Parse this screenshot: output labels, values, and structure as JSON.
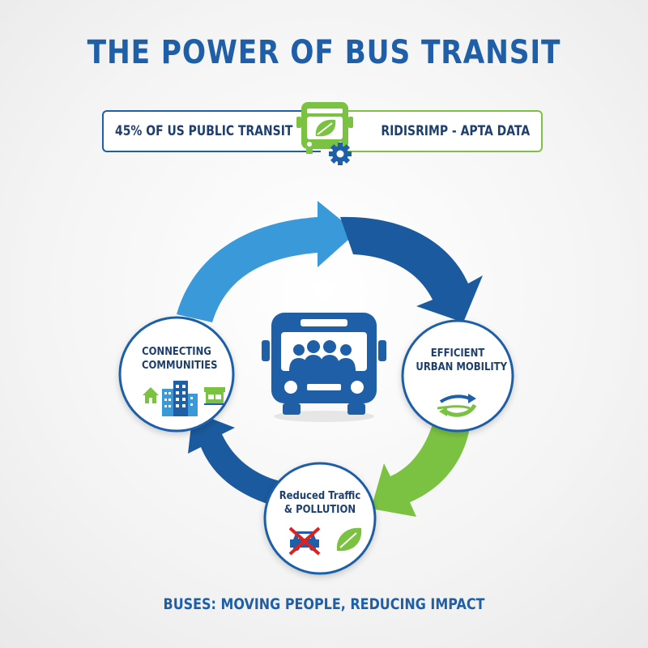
{
  "title": "THE POWER OF BUS TRANSIT",
  "banner": {
    "left_text": "45% OF US PUBLIC TRANSIT",
    "right_text": "RIDISRIMP - APTA DATA",
    "icon": "bus-leaf-gear-icon"
  },
  "cycle": {
    "center_icon": "bus-with-passengers-icon",
    "nodes": [
      {
        "id": "connecting",
        "lines": [
          "CONNECTING",
          "COMMUNITIES"
        ],
        "icons": [
          "house-icon",
          "buildings-icon",
          "shops-icon"
        ]
      },
      {
        "id": "efficient",
        "lines": [
          "EFFICIENT",
          "URBAN MOBILITY"
        ],
        "icons": [
          "route-arrows-icon"
        ]
      },
      {
        "id": "reduced",
        "lines": [
          "Reduced Traffic",
          "& POLLUTION"
        ],
        "icons": [
          "crossed-out-car-icon",
          "leaf-icon"
        ]
      }
    ]
  },
  "footer": "BUSES: MOVING PEOPLE, REDUCING IMPACT",
  "colors": {
    "title_blue": "#1f5fa8",
    "light_blue": "#3a9ad9",
    "dark_blue": "#1b5a9e",
    "green": "#7cc242",
    "text_navy": "#1e3f6e"
  }
}
